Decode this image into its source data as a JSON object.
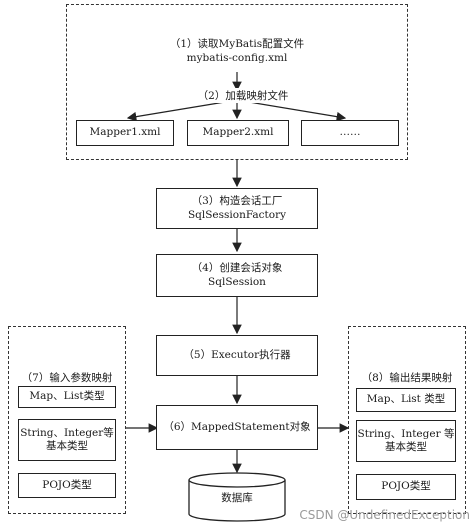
{
  "top_group": {
    "step1_line1": "（1）读取MyBatis配置文件",
    "step1_line2": "mybatis-config.xml",
    "step2": "（2）加载映射文件",
    "mappers": [
      "Mapper1.xml",
      "Mapper2.xml",
      "……"
    ]
  },
  "step3": {
    "line1": "（3）构造会话工厂",
    "line2": "SqlSessionFactory"
  },
  "step4": {
    "line1": "（4）创建会话对象",
    "line2": "SqlSession"
  },
  "step5": "（5）Executor执行器",
  "step6": "（6）MappedStatement对象",
  "database": "数据库",
  "left_group": {
    "title": "（7）输入参数映射",
    "items": [
      "Map、List类型",
      "String、Integer等",
      "基本类型",
      "POJO类型"
    ]
  },
  "right_group": {
    "title": "（8）输出结果映射",
    "items": [
      "Map、List 类型",
      "String、Integer 等",
      "基本类型",
      "POJO类型"
    ]
  },
  "watermark": "CSDN @UndefinedException"
}
